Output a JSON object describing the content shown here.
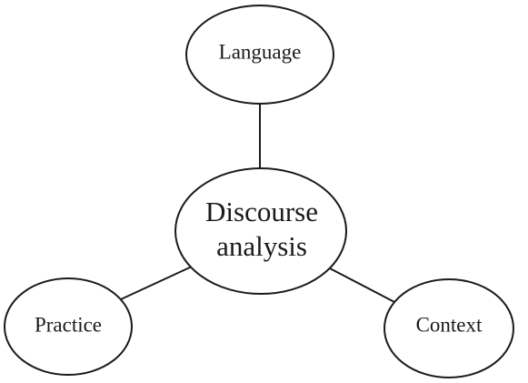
{
  "diagram": {
    "center": {
      "line1": "Discourse",
      "line2": "analysis"
    },
    "nodes": {
      "top": "Language",
      "left": "Practice",
      "right": "Context"
    }
  }
}
